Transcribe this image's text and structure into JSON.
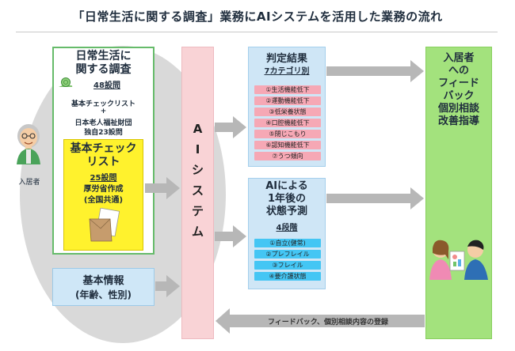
{
  "title": "「日常生活に関する調査」業務にAIシステムを活用した業務の流れ",
  "resident_label": "入居者",
  "survey": {
    "title_line1": "日常生活に",
    "title_line2": "関する調査",
    "count": "48設問",
    "checklist": "基本チェックリスト",
    "plus": "+",
    "foundation": "日本老人福祉財団",
    "independent": "独自23設問"
  },
  "checklist_box": {
    "title_line1": "基本チェック",
    "title_line2": "リスト",
    "count": "25設問",
    "author": "厚労省作成",
    "common": "(全国共通)"
  },
  "basic_info": {
    "title": "基本情報",
    "detail": "(年齢、性別)"
  },
  "ai_system": {
    "chars": [
      "A",
      "I",
      "シ",
      "ス",
      "テ",
      "ム"
    ]
  },
  "judgment": {
    "title": "判定結果",
    "subtitle": "7カテゴリ別",
    "items": [
      "①生活機能低下",
      "②運動機能低下",
      "③低栄養状態",
      "④口腔機能低下",
      "⑤閉じこもり",
      "⑥認知機能低下",
      "⑦うつ傾向"
    ]
  },
  "prediction": {
    "line1": "AIによる",
    "line2": "1年後の",
    "line3": "状態予測",
    "subtitle": "4段階",
    "items": [
      "①自立(健常)",
      "②プレフレイル",
      "③フレイル",
      "④要介護状態"
    ]
  },
  "feedback": {
    "lines": [
      "入居者",
      "への",
      "フィード",
      "バック",
      "個別相談",
      "改善指導"
    ]
  },
  "return_arrow": {
    "label": "フィードバック、個別相談内容の登録"
  },
  "colors": {
    "green_border": "#66bb6a",
    "yellow": "#fff22d",
    "light_blue": "#cfe6f6",
    "pink_ai": "#f9d3d6",
    "pink_item": "#f6a8b5",
    "cyan_item": "#44c6f4",
    "feedback_green": "#a3e27d",
    "arrow_gray": "#b7b7b7"
  }
}
